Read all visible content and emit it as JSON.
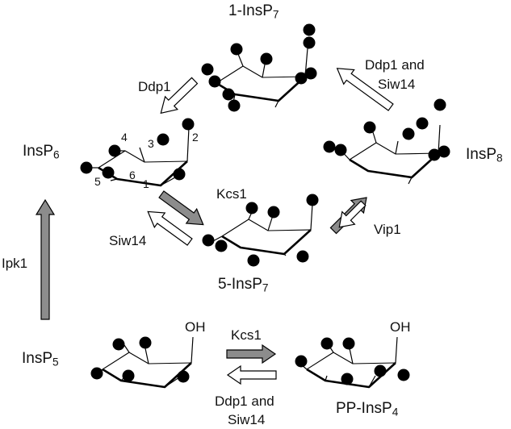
{
  "compounds": {
    "insp6": {
      "name": "InsP",
      "sub": "6"
    },
    "insp7_1": {
      "name": "1-InsP",
      "sub": "7"
    },
    "insp8": {
      "name": "InsP",
      "sub": "8"
    },
    "insp7_5": {
      "name": "5-InsP",
      "sub": "7"
    },
    "insp5": {
      "name": "InsP",
      "sub": "5"
    },
    "ppinsp4": {
      "name": "PP-InsP",
      "sub": "4"
    }
  },
  "enzymes": {
    "ddp1": "Ddp1",
    "ddp1_siw14_top_1": "Ddp1 and",
    "ddp1_siw14_top_2": "Siw14",
    "kcs1": "Kcs1",
    "siw14": "Siw14",
    "vip1": "Vip1",
    "ipk1": "Ipk1",
    "kcs1_bottom": "Kcs1",
    "ddp1_siw14_bottom_1": "Ddp1 and",
    "ddp1_siw14_bottom_2": "Siw14"
  },
  "ring_numbers": [
    "1",
    "2",
    "3",
    "4",
    "5",
    "6"
  ],
  "hydroxyl": "OH",
  "colors": {
    "filled_arrow": "#8c8c8c",
    "open_arrow": "#ffffff",
    "phosphate": "#000000"
  }
}
